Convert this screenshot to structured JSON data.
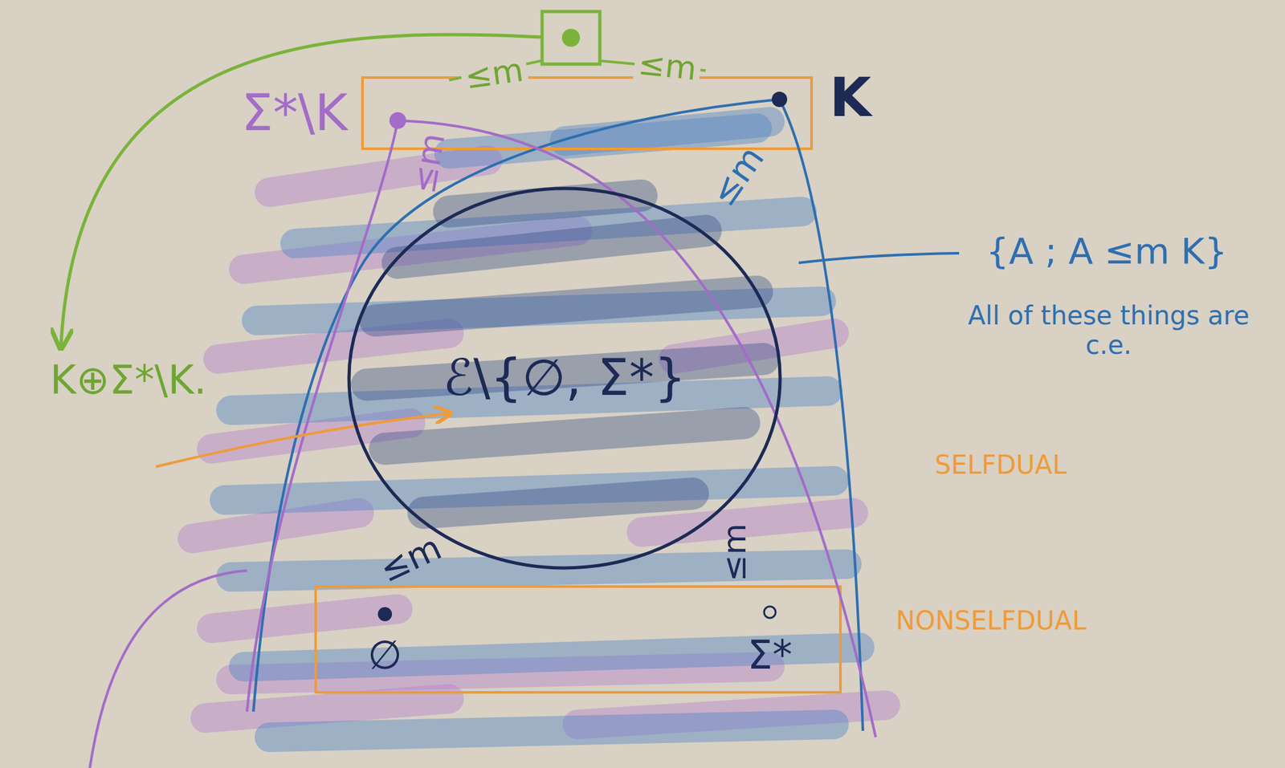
{
  "diagram": {
    "nodes": [
      {
        "text": [
          "Σ*\\K"
        ]
      },
      {
        "text": [
          "K"
        ]
      },
      {
        "text": [
          "ℰ\\{∅, Σ*}"
        ]
      },
      {
        "text": [
          "∅"
        ]
      },
      {
        "text": [
          "Σ*"
        ]
      }
    ],
    "labels": [
      "≤m",
      "≤m",
      "K⊕Σ*\\K.",
      "≤m",
      "≤m",
      "{A ; A ≤m K}",
      "All of these things are c.e.",
      "SELFDUAL",
      "≤m",
      "≤m",
      "NONSELFDUAL"
    ]
  }
}
